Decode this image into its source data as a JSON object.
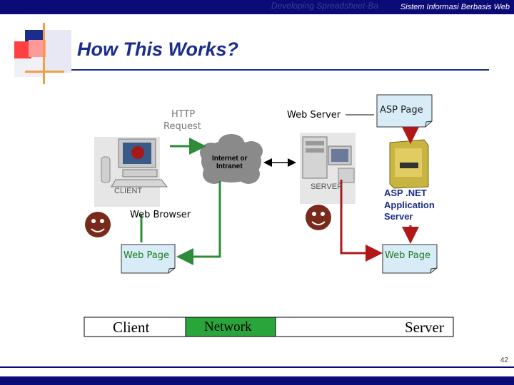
{
  "header": {
    "ghost_text": "Developing Spreadsheet-Ba",
    "subtitle": "Sistem Informasi Berbasis Web"
  },
  "slide": {
    "title": "How This Works?",
    "page_number": "42"
  },
  "diagram": {
    "http_request_line1": "HTTP",
    "http_request_line2": "Request",
    "web_server": "Web Server",
    "asp_page": "ASP Page",
    "internet_line1": "Internet or",
    "internet_line2": "Intranet",
    "client_tag": "CLIENT",
    "server_tag": "SERVER",
    "web_browser": "Web Browser",
    "aspnet_line1": "ASP .NET",
    "aspnet_line2": "Application",
    "aspnet_line3": "Server",
    "web_page_left": "Web Page",
    "web_page_right": "Web Page",
    "bar_client": "Client",
    "bar_network": "Network",
    "bar_server": "Server"
  },
  "colors": {
    "navy": "#0b0b78",
    "title_blue": "#1b2d8c",
    "green_arrow": "#2e8b3a",
    "red_arrow": "#b01818",
    "network_green": "#2aa53c",
    "doc_fill": "#d8ecf8"
  }
}
